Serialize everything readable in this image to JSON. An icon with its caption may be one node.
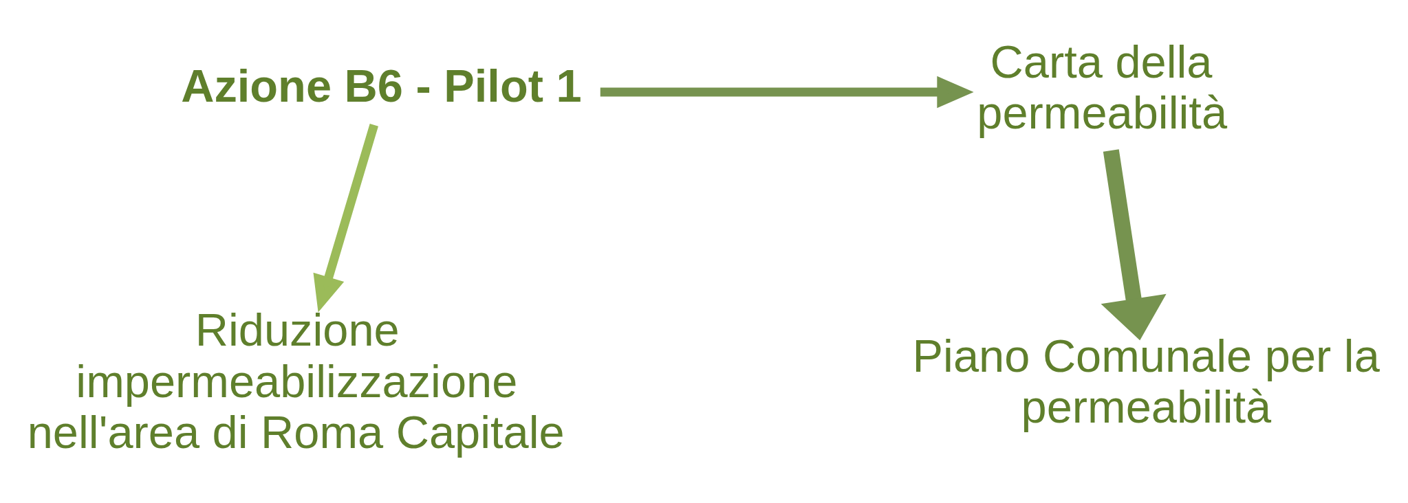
{
  "diagram": {
    "nodes": [
      {
        "text": [
          "Azione B6 - Pilot 1"
        ]
      },
      {
        "text": [
          "Carta della permeabilità"
        ]
      },
      {
        "text": [
          "Riduzione impermeabilizzazione nell'area di Roma Capitale"
        ]
      },
      {
        "text": [
          "Piano Comunale per la permeabilità"
        ]
      }
    ],
    "edges": [
      {
        "from": 0,
        "to": 1,
        "arrow": "to"
      },
      {
        "from": 0,
        "to": 2,
        "arrow": "to",
        "color": "#9bbb59"
      },
      {
        "from": 1,
        "to": 3,
        "arrow": "to",
        "style": "thick"
      }
    ]
  }
}
